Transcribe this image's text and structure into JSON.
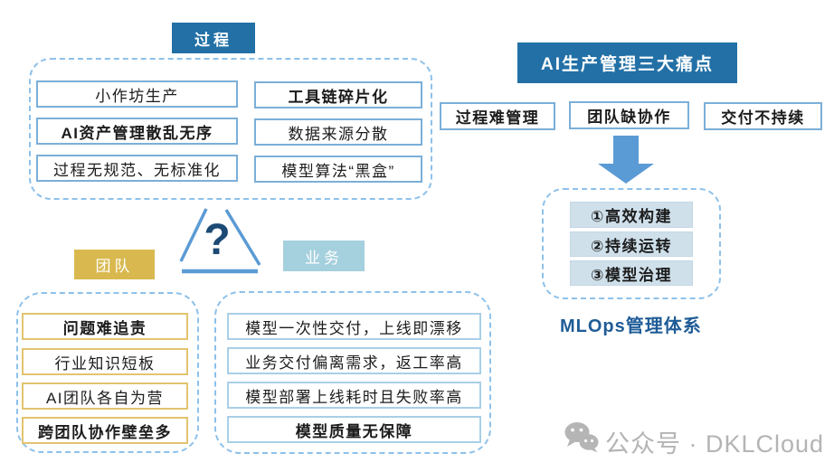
{
  "colors": {
    "header_blue": "#2270a6",
    "tag_gold": "#d9b94f",
    "tag_sky": "#a5d0dd",
    "box_border_blue": "#7bafd8",
    "box_border_gold": "#e2c470",
    "panel_dash_blue": "#8ec1ea",
    "arrow_blue": "#5b9bd5",
    "mlops_fill": "#cfe0eb",
    "mlops_text_blue": "#1f5c97",
    "question_navy": "#1b4a74",
    "watermark_gray": "#b4b4b4"
  },
  "process": {
    "label": "过程",
    "items": [
      {
        "text": "小作坊生产"
      },
      {
        "text": "工具链碎片化"
      },
      {
        "text": "AI资产管理散乱无序"
      },
      {
        "text": "数据来源分散"
      },
      {
        "text": "过程无规范、无标准化"
      },
      {
        "text": "模型算法“黑盒”"
      }
    ]
  },
  "triangle": {
    "question_mark": "?"
  },
  "team": {
    "label": "团队",
    "items": [
      {
        "text": "问题难追责"
      },
      {
        "text": "行业知识短板"
      },
      {
        "text": "AI团队各自为营"
      },
      {
        "text": "跨团队协作壁垒多"
      }
    ]
  },
  "business": {
    "label": "业务",
    "items": [
      {
        "text": "模型一次性交付，上线即漂移"
      },
      {
        "text": "业务交付偏离需求，返工率高"
      },
      {
        "text": "模型部署上线耗时且失败率高"
      },
      {
        "text": "模型质量无保障"
      }
    ]
  },
  "painpoints": {
    "title": "AI生产管理三大痛点",
    "items": [
      "过程难管理",
      "团队缺协作",
      "交付不持续"
    ]
  },
  "mlops": {
    "items": [
      "①高效构建",
      "②持续运转",
      "③模型治理"
    ],
    "caption": "MLOps管理体系"
  },
  "watermark": {
    "label": "公众号 · DKLCloud"
  }
}
